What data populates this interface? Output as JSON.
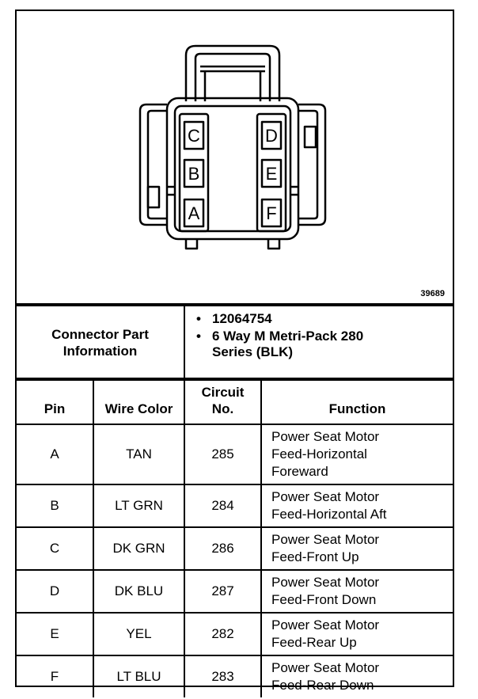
{
  "connector_view": {
    "pins_left": [
      "C",
      "B",
      "A"
    ],
    "pins_right": [
      "D",
      "E",
      "F"
    ],
    "reference_number": "39689"
  },
  "connector_info": {
    "label_line1": "Connector Part",
    "label_line2": "Information",
    "part_number": "12064754",
    "description_line1": "6 Way M Metri-Pack 280",
    "description_line2": "Series (BLK)"
  },
  "table": {
    "headers": {
      "pin": "Pin",
      "wire_color": "Wire Color",
      "circuit_line1": "Circuit",
      "circuit_line2": "No.",
      "function": "Function"
    },
    "rows": [
      {
        "pin": "A",
        "wire_color": "TAN",
        "circuit": "285",
        "function_lines": [
          "Power Seat Motor",
          "Feed-Horizontal",
          "Foreward"
        ]
      },
      {
        "pin": "B",
        "wire_color": "LT GRN",
        "circuit": "284",
        "function_lines": [
          "Power Seat Motor",
          "Feed-Horizontal Aft"
        ]
      },
      {
        "pin": "C",
        "wire_color": "DK GRN",
        "circuit": "286",
        "function_lines": [
          "Power Seat Motor",
          "Feed-Front Up"
        ]
      },
      {
        "pin": "D",
        "wire_color": "DK BLU",
        "circuit": "287",
        "function_lines": [
          "Power Seat Motor",
          "Feed-Front Down"
        ]
      },
      {
        "pin": "E",
        "wire_color": "YEL",
        "circuit": "282",
        "function_lines": [
          "Power Seat Motor",
          "Feed-Rear Up"
        ]
      },
      {
        "pin": "F",
        "wire_color": "LT BLU",
        "circuit": "283",
        "function_lines": [
          "Power Seat Motor",
          "Feed-Rear Down"
        ]
      }
    ]
  }
}
